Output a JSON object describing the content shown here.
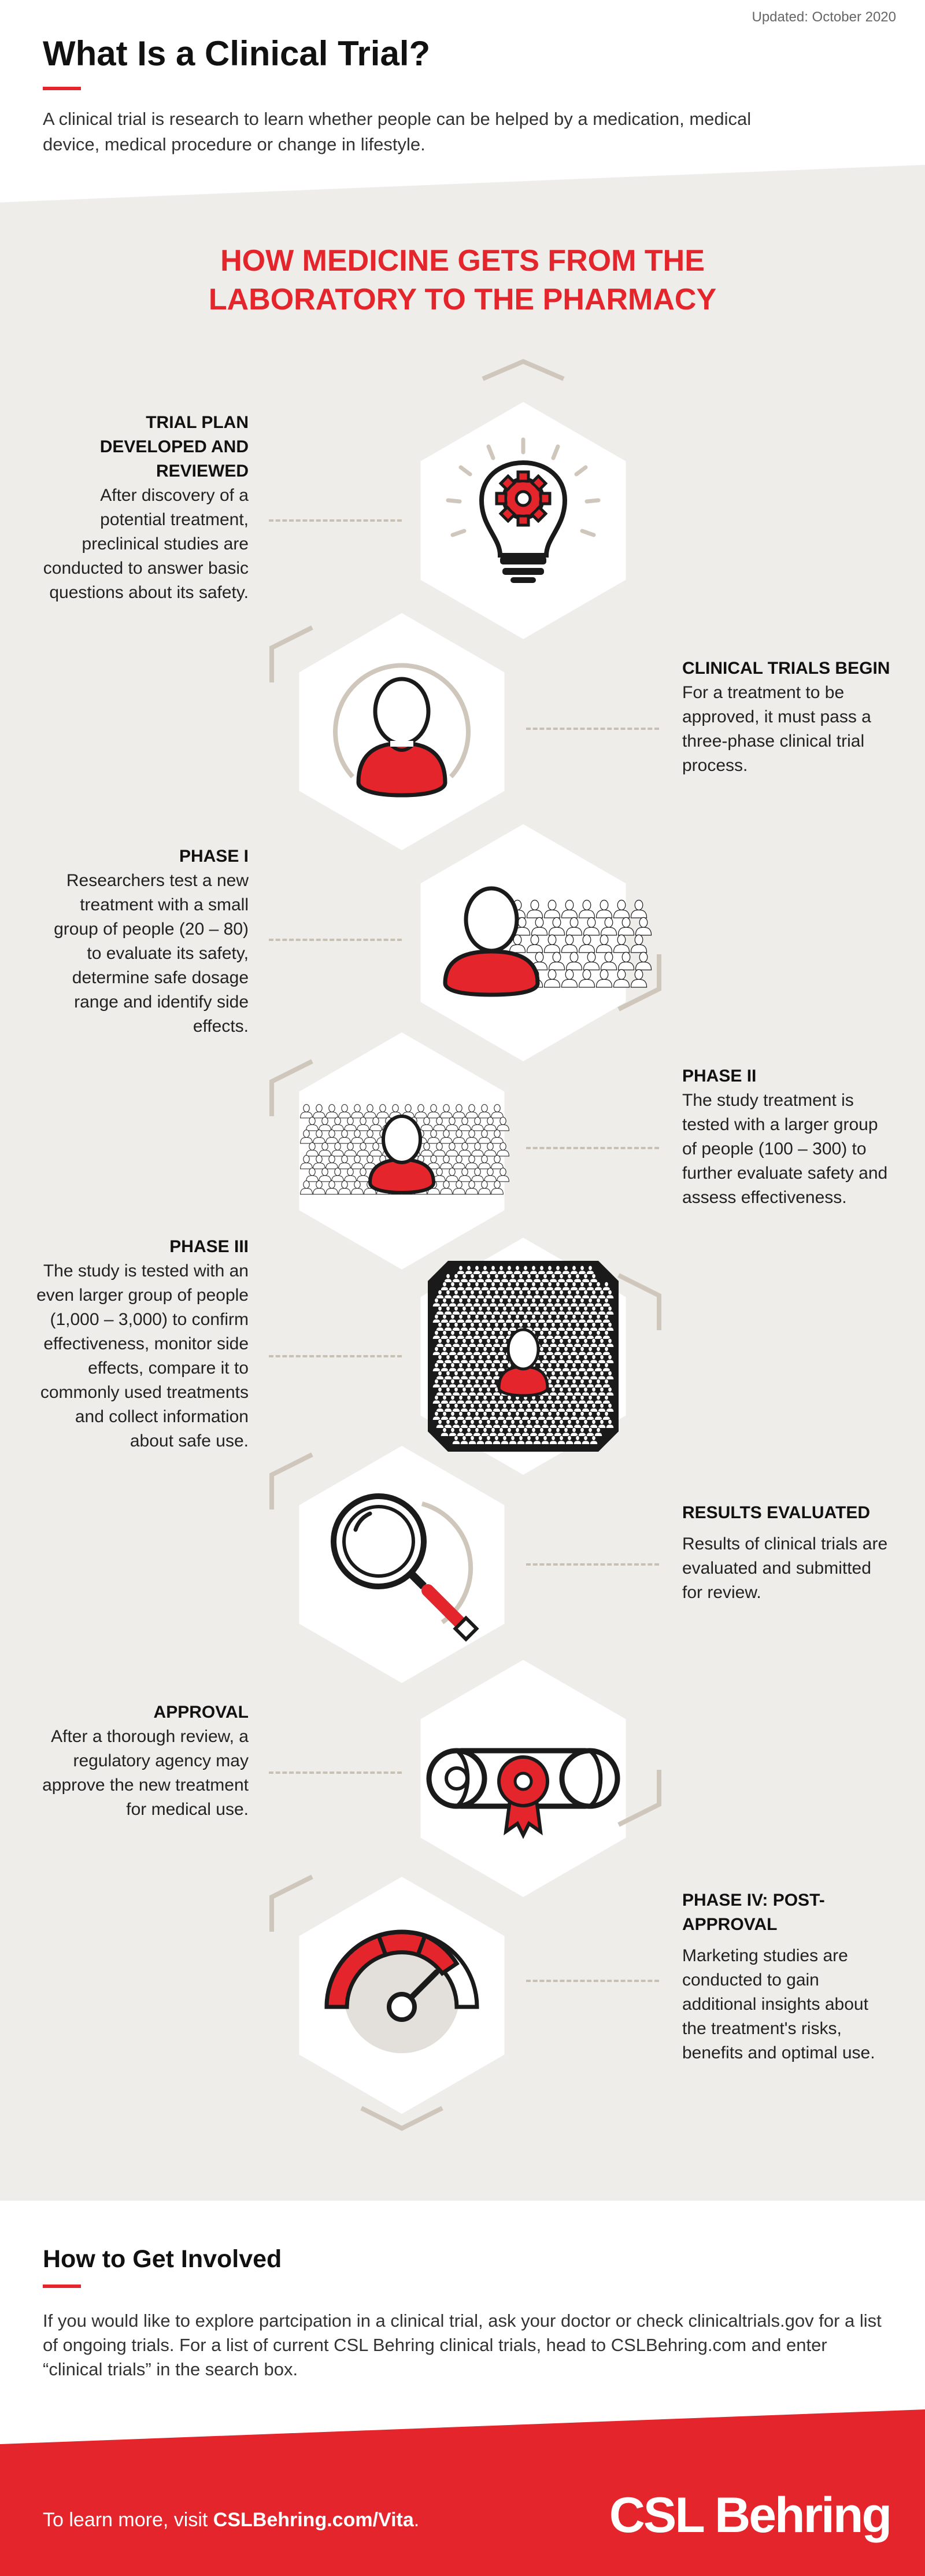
{
  "header": {
    "updated": "Updated: October 2020",
    "title": "What Is a Clinical Trial?",
    "intro": "A clinical trial is research to learn whether people can be helped by a medication, medical device, medical procedure or change in lifestyle."
  },
  "band": {
    "title_line1": "HOW MEDICINE GETS FROM THE",
    "title_line2": "LABORATORY TO THE PHARMACY"
  },
  "steps": [
    {
      "title": "TRIAL PLAN DEVELOPED AND REVIEWED",
      "text": "After discovery of a potential treatment, preclinical studies are conducted to answer basic questions about its safety.",
      "icon": "lightbulb-gear-icon"
    },
    {
      "title": "CLINICAL TRIALS BEGIN",
      "text": "For a treatment to be approved, it must pass a three-phase clinical trial process.",
      "icon": "person-icon"
    },
    {
      "title": "PHASE I",
      "text": "Researchers test a new treatment with a small group of people (20 – 80) to evaluate its safety, determine safe dosage range and identify side effects.",
      "icon": "small-group-icon"
    },
    {
      "title": "PHASE II",
      "text": "The study treatment is tested with a larger group of people (100 – 300) to further evaluate safety and assess effectiveness.",
      "icon": "larger-group-icon"
    },
    {
      "title": "PHASE III",
      "text": "The study is tested with an even larger group of people (1,000 – 3,000) to confirm effectiveness, monitor side effects, compare it to commonly used treatments and collect information about safe use.",
      "icon": "crowd-icon"
    },
    {
      "title": "RESULTS EVALUATED",
      "text": "Results of clinical trials are evaluated and submitted for review.",
      "icon": "magnifier-icon"
    },
    {
      "title": "APPROVAL",
      "text": "After a thorough review, a regulatory agency may approve the new treatment for medical use.",
      "icon": "certificate-icon"
    },
    {
      "title": "PHASE IV: POST-APPROVAL",
      "text": "Marketing studies are conducted to gain additional insights about the treatment's risks, benefits and optimal use.",
      "icon": "gauge-icon"
    }
  ],
  "involved": {
    "title": "How to Get Involved",
    "text": "If you would like to explore partcipation in a clinical trial, ask your doctor or check clinicaltrials.gov for a list of ongoing trials. For a list of current CSL Behring clinical trials, head to CSLBehring.com and enter “clinical trials” in the search box."
  },
  "footer": {
    "cta_prefix": "To learn more, visit ",
    "cta_link": "CSLBehring.com/Vita",
    "cta_suffix": ".",
    "logo": "CSL Behring"
  },
  "colors": {
    "accent": "#e4252c",
    "band": "#efedea",
    "ring": "#cfc7bb",
    "dark": "#1a1a1a"
  }
}
